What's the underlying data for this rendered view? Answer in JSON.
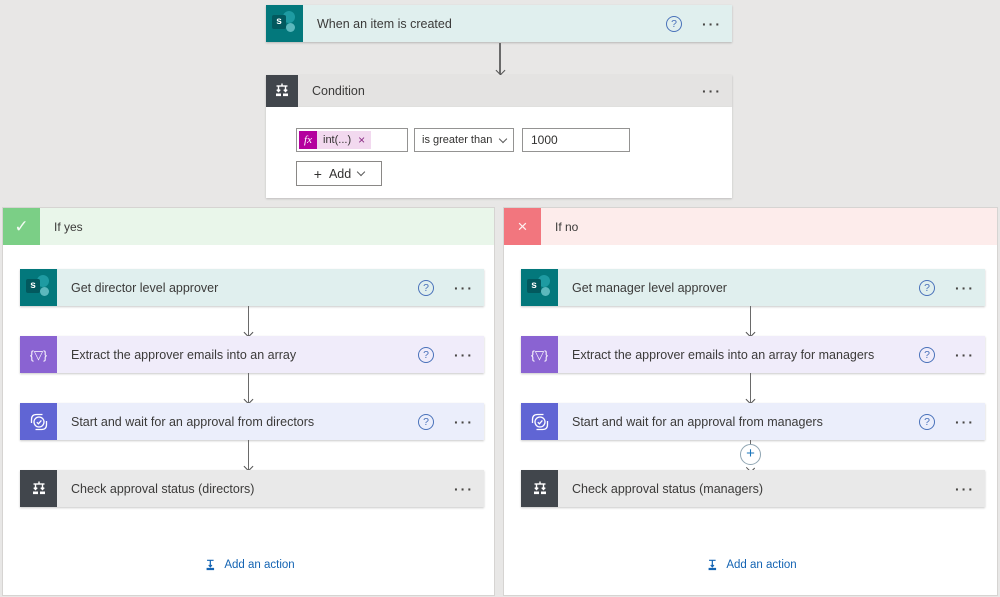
{
  "ui": {
    "help": "?",
    "more": "···",
    "plus": "+",
    "check": "✓",
    "cross": "×"
  },
  "colors": {
    "sharepoint_teal": "#03787c",
    "condition_slate": "#41464c",
    "data_operation_purple": "#8a63d2",
    "approvals_indigo": "#6065d4",
    "if_yes_green": "#7bcf86",
    "if_no_red": "#f2767e",
    "fx_magenta": "#b4009e",
    "link_blue": "#1464b3",
    "help_blue": "#4a72ba"
  },
  "trigger": {
    "title": "When an item is created"
  },
  "condition": {
    "title": "Condition",
    "expression_fx": "fx",
    "expression_token": "int(...)",
    "remove": "×",
    "operator": "is greater than",
    "value": "1000",
    "add_label": "Add"
  },
  "yes_branch": {
    "label": "If yes",
    "cards": [
      {
        "title": "Get director level approver"
      },
      {
        "title": "Extract the approver emails into an array"
      },
      {
        "title": "Start and wait for an approval from directors"
      },
      {
        "title": "Check approval status (directors)"
      }
    ],
    "add_action_label": "Add an action"
  },
  "no_branch": {
    "label": "If no",
    "cards": [
      {
        "title": "Get manager level approver"
      },
      {
        "title": "Extract the approver emails into an array for managers"
      },
      {
        "title": "Start and wait for an approval from managers"
      },
      {
        "title": "Check approval status (managers)"
      }
    ],
    "add_action_label": "Add an action"
  }
}
